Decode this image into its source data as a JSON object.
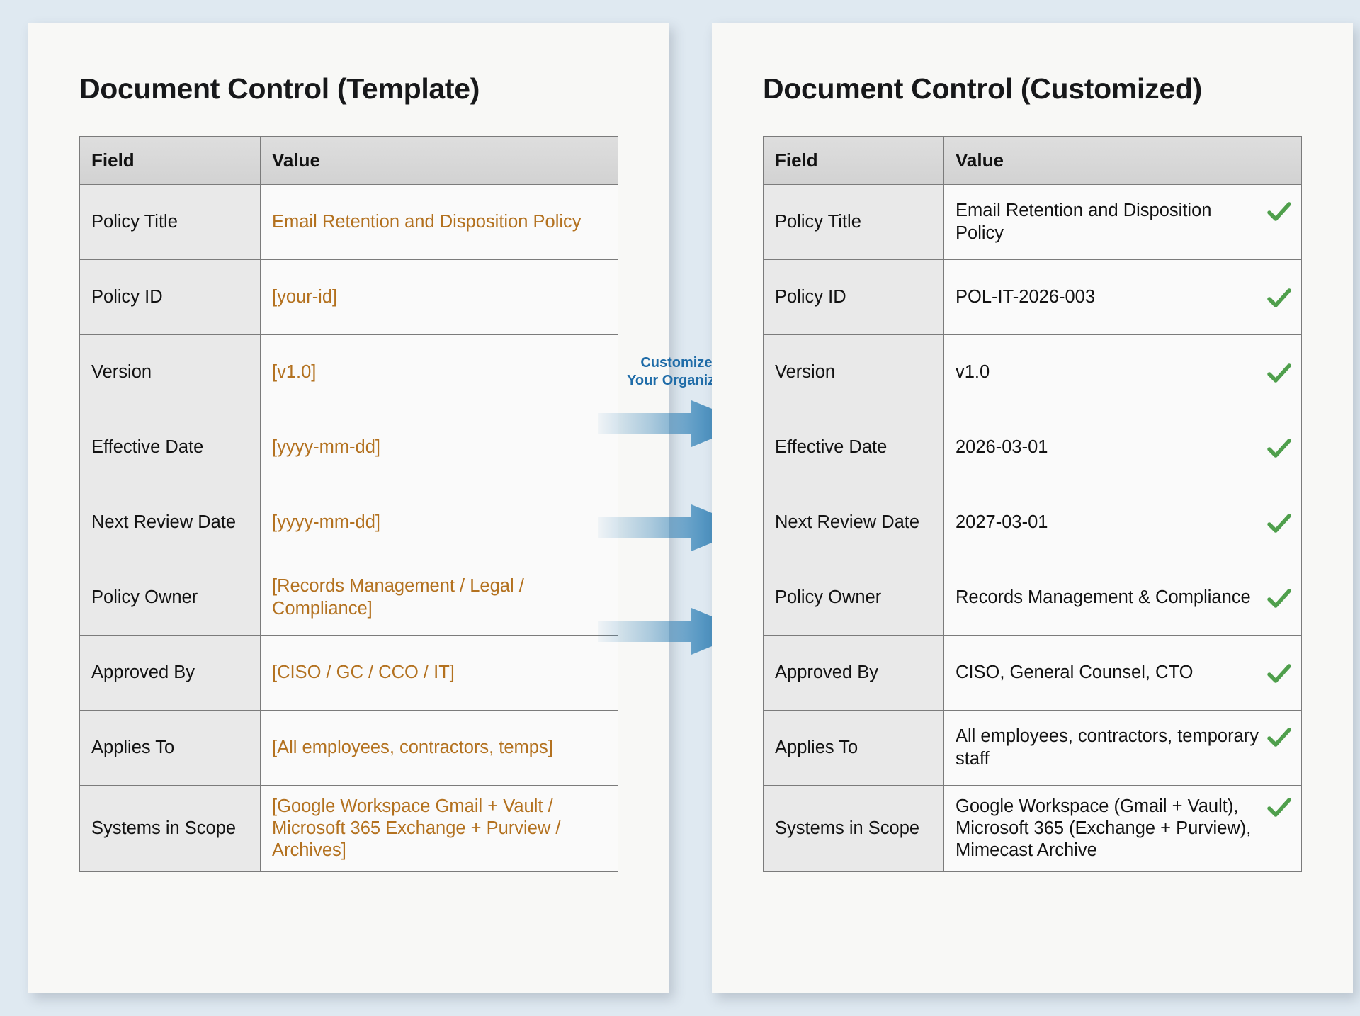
{
  "background_color": "#dfe9f1",
  "accent_colors": {
    "placeholder_orange": "#b3711f",
    "check_green": "#4f9f4c",
    "arrow_blue": "#2e7fb5",
    "label_blue": "#1f6ca8"
  },
  "connector": {
    "label_line1": "Customize for",
    "label_line2": "Your Organization",
    "arrow_count": 3,
    "arrow_icon": "arrow-right-icon"
  },
  "left_panel": {
    "title": "Document Control (Template)",
    "columns": [
      "Field",
      "Value"
    ],
    "rows": [
      {
        "field": "Policy Title",
        "value": "Email Retention and Disposition Policy"
      },
      {
        "field": "Policy ID",
        "value": "[your-id]"
      },
      {
        "field": "Version",
        "value": "[v1.0]"
      },
      {
        "field": "Effective Date",
        "value": "[yyyy-mm-dd]"
      },
      {
        "field": "Next Review Date",
        "value": "[yyyy-mm-dd]"
      },
      {
        "field": "Policy Owner",
        "value": "[Records Management / Legal / Compliance]"
      },
      {
        "field": "Approved By",
        "value": "[CISO / GC / CCO / IT]"
      },
      {
        "field": "Applies To",
        "value": "[All employees, contractors, temps]"
      },
      {
        "field": "Systems in Scope",
        "value": "[Google Workspace Gmail + Vault / Microsoft 365 Exchange + Purview / Archives]"
      }
    ]
  },
  "right_panel": {
    "title": "Document Control (Customized)",
    "columns": [
      "Field",
      "Value"
    ],
    "rows": [
      {
        "field": "Policy Title",
        "value": "Email Retention and Disposition Policy",
        "checked": true
      },
      {
        "field": "Policy ID",
        "value": "POL-IT-2026-003",
        "checked": true
      },
      {
        "field": "Version",
        "value": "v1.0",
        "checked": true
      },
      {
        "field": "Effective Date",
        "value": "2026-03-01",
        "checked": true
      },
      {
        "field": "Next Review Date",
        "value": "2027-03-01",
        "checked": true
      },
      {
        "field": "Policy Owner",
        "value": "Records Management & Compliance",
        "checked": true
      },
      {
        "field": "Approved By",
        "value": "CISO, General Counsel, CTO",
        "checked": true
      },
      {
        "field": "Applies To",
        "value": "All employees, contractors, temporary staff",
        "checked": true
      },
      {
        "field": "Systems in Scope",
        "value": "Google Workspace (Gmail + Vault), Microsoft 365 (Exchange + Purview), Mimecast Archive",
        "checked": true
      }
    ]
  }
}
